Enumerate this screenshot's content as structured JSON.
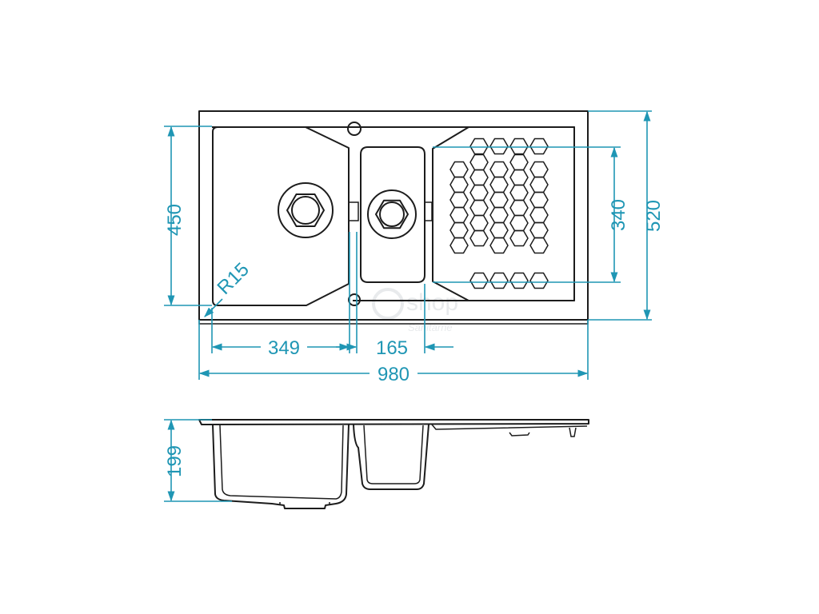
{
  "colors": {
    "outline": "#1c1c1c",
    "dimension": "#1f96b4",
    "background": "#ffffff"
  },
  "dimensions": {
    "overall_width": "980",
    "overall_depth": "520",
    "main_bowl_depth": "450",
    "small_bowl_depth": "340",
    "main_bowl_width": "349",
    "small_bowl_width": "165",
    "corner_radius": "R15",
    "bowl_height": "199"
  },
  "watermark": {
    "brand": "shop",
    "sub": "Sanitárne"
  }
}
